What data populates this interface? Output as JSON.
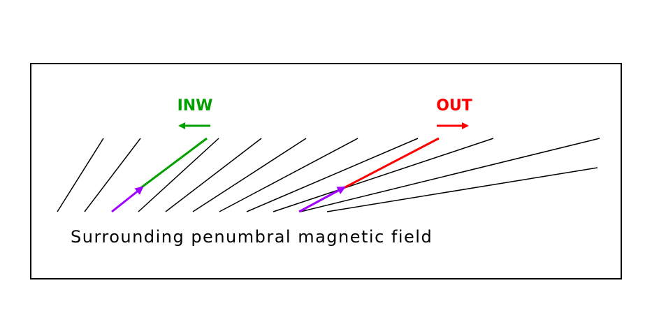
{
  "labels": {
    "inward": "INW",
    "outward": "OUT",
    "caption": "Surrounding penumbral magnetic field"
  },
  "colors": {
    "inward": "#00a000",
    "outward": "#ff0000",
    "tube_base": "#a000ff",
    "field": "#000000",
    "frame": "#000000"
  }
}
